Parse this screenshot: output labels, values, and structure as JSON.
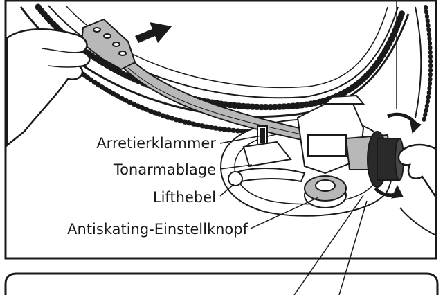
{
  "labels": {
    "arretierklammer": "Arretierklammer",
    "tonarmablage": "Tonarmablage",
    "lifthebel": "Lifthebel",
    "antiskating": "Antiskating-Einstellknopf"
  },
  "colors": {
    "line": "#1a1a1a",
    "fill": "#ffffff",
    "arm_shade": "#b8b8b8",
    "knob_dark": "#2a2a2a"
  }
}
